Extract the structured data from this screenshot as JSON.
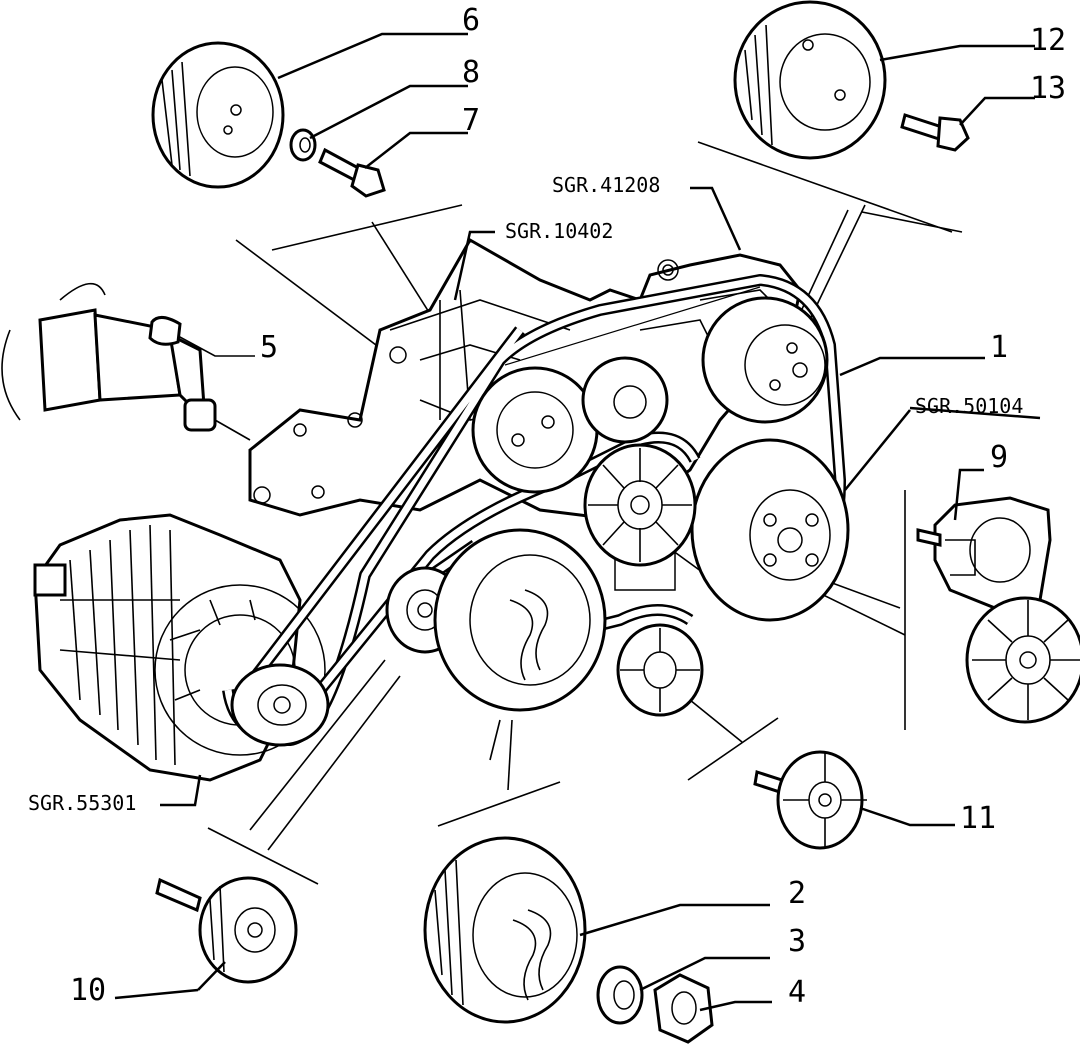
{
  "part_numbers": {
    "p1": "1",
    "p2": "2",
    "p3": "3",
    "p4": "4",
    "p5": "5",
    "p6": "6",
    "p7": "7",
    "p8": "8",
    "p9": "9",
    "p10": "10",
    "p11": "11",
    "p12": "12",
    "p13": "13"
  },
  "group_refs": {
    "sgr41208": "SGR.41208",
    "sgr10402": "SGR.10402",
    "sgr50104": "SGR.50104",
    "sgr55301": "SGR.55301"
  }
}
